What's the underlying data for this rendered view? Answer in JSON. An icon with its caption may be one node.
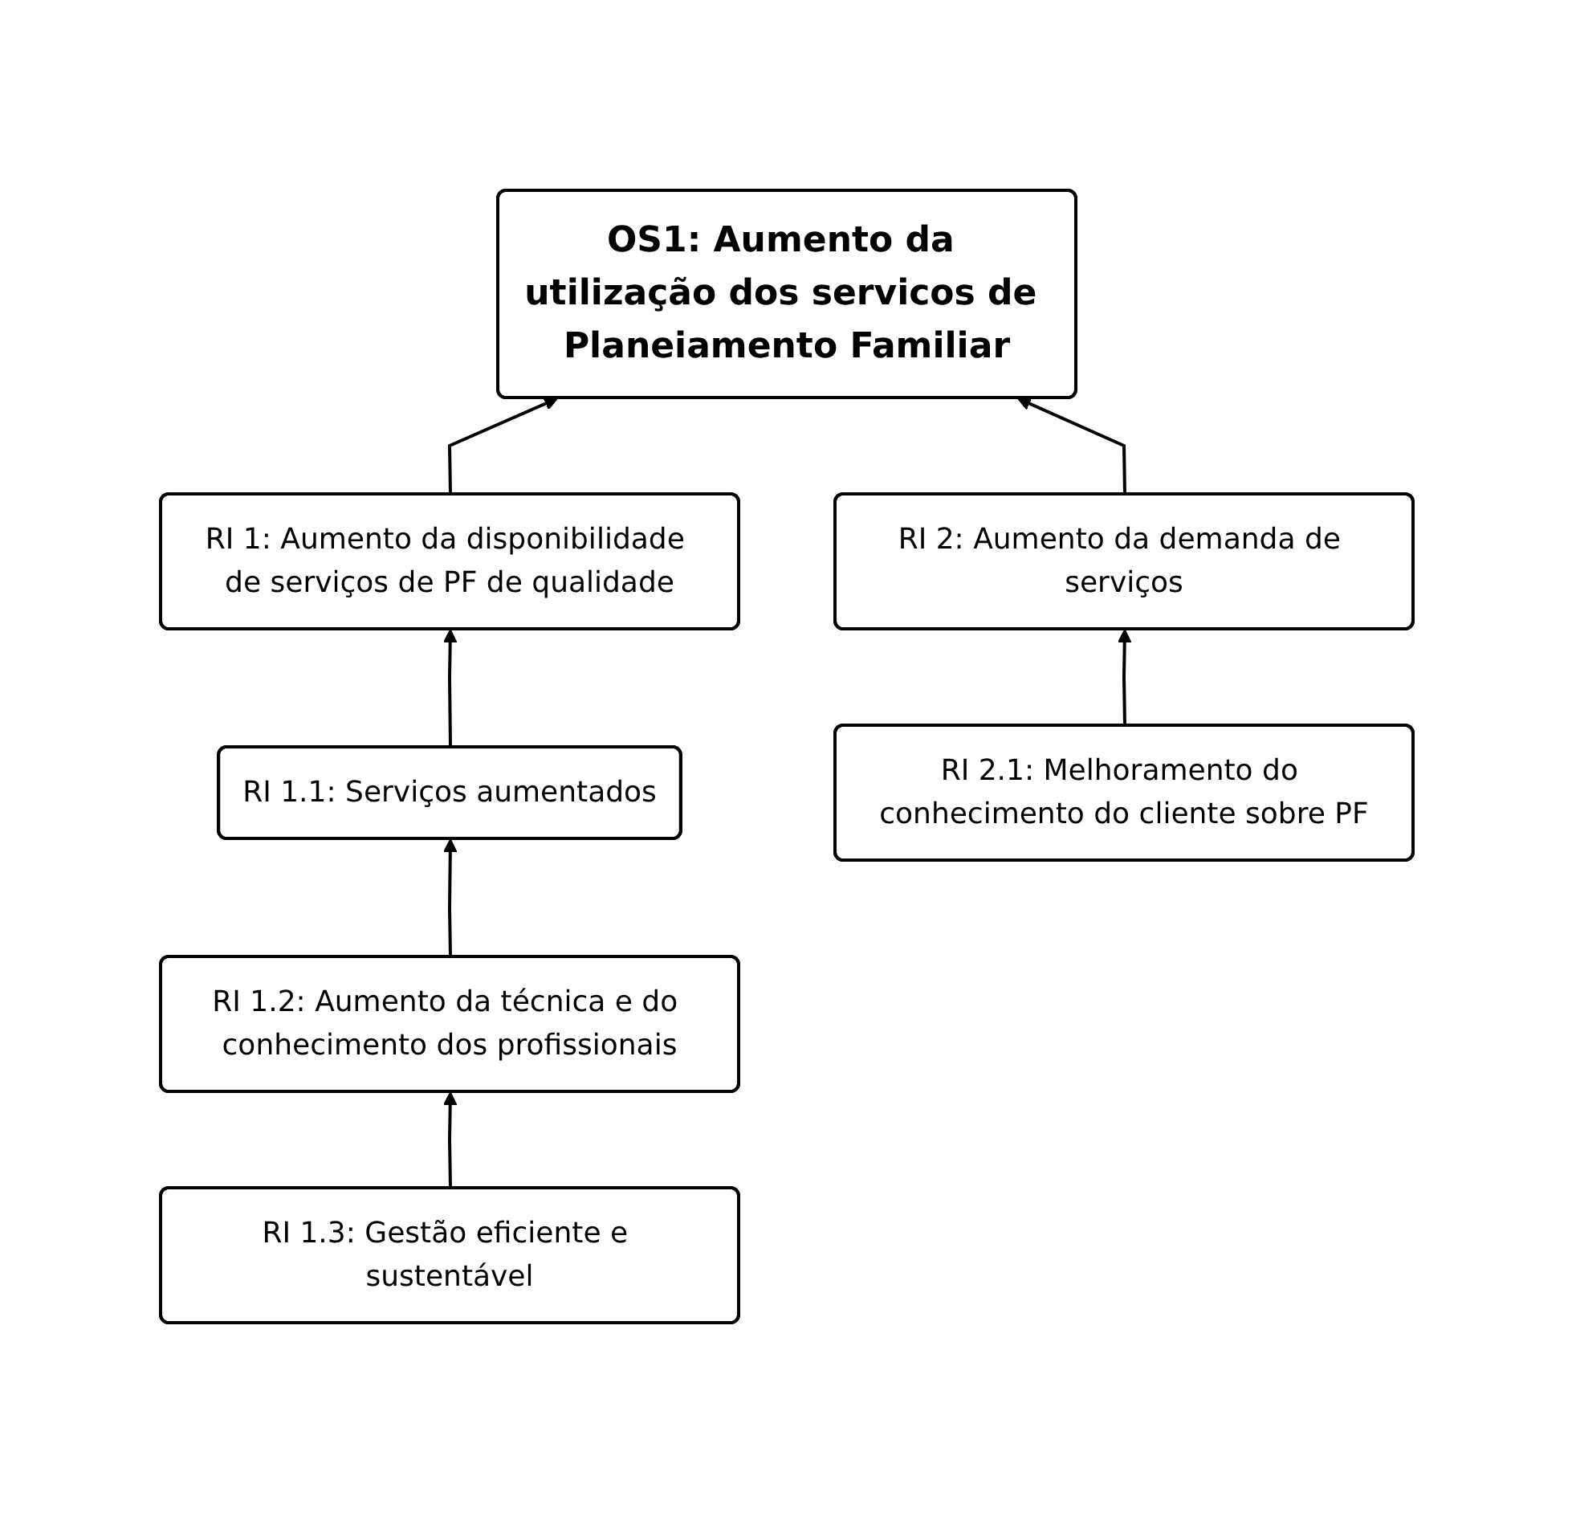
{
  "diagram": {
    "nodes": [
      {
        "text": [
          "OS1: Aumento da utilização dos servicos de Planeiamento Familiar"
        ]
      },
      {
        "text": [
          "RI 1: Aumento da disponibilidade de serviços de PF de qualidade"
        ]
      },
      {
        "text": [
          "RI 2: Aumento da demanda de serviços"
        ]
      },
      {
        "text": [
          "RI 1.1: Serviços aumentados"
        ]
      },
      {
        "text": [
          "RI 2.1: Melhoramento do conhecimento do cliente sobre PF"
        ]
      },
      {
        "text": [
          "RI 1.2: Aumento da técnica e do conhecimento dos profissionais"
        ]
      },
      {
        "text": [
          "RI 1.3: Gestão eficiente e sustentável"
        ]
      }
    ],
    "edges": [
      {
        "from": 1,
        "to": 0,
        "arrow": "to"
      },
      {
        "from": 2,
        "to": 0,
        "arrow": "to"
      },
      {
        "from": 3,
        "to": 1,
        "arrow": "to"
      },
      {
        "from": 4,
        "to": 2,
        "arrow": "to"
      },
      {
        "from": 5,
        "to": 3,
        "arrow": "to"
      },
      {
        "from": 6,
        "to": 5,
        "arrow": "to"
      }
    ]
  }
}
